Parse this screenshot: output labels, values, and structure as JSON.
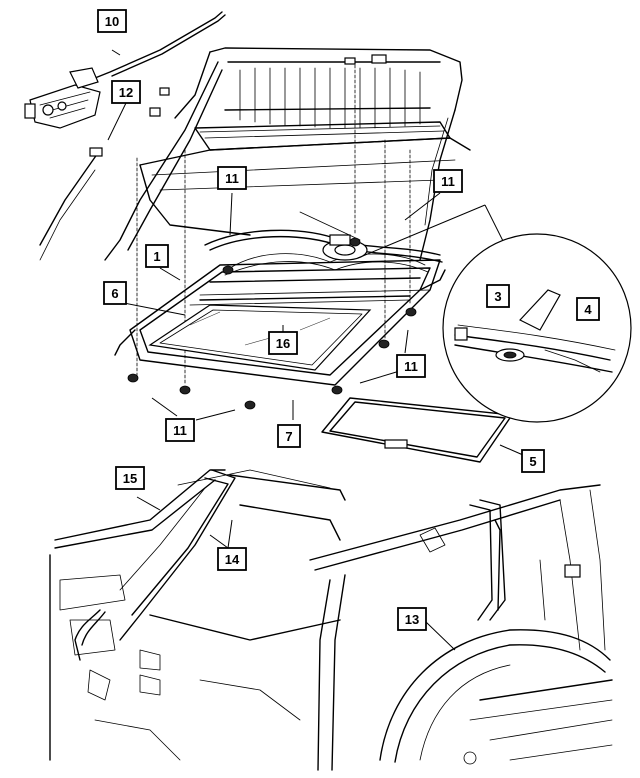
{
  "callouts": [
    {
      "id": "c10",
      "label": "10"
    },
    {
      "id": "c12",
      "label": "12"
    },
    {
      "id": "c11a",
      "label": "11"
    },
    {
      "id": "c11b",
      "label": "11"
    },
    {
      "id": "c1",
      "label": "1"
    },
    {
      "id": "c6",
      "label": "6"
    },
    {
      "id": "c3",
      "label": "3"
    },
    {
      "id": "c4",
      "label": "4"
    },
    {
      "id": "c16",
      "label": "16"
    },
    {
      "id": "c11c",
      "label": "11"
    },
    {
      "id": "c11d",
      "label": "11"
    },
    {
      "id": "c7",
      "label": "7"
    },
    {
      "id": "c5",
      "label": "5"
    },
    {
      "id": "c15",
      "label": "15"
    },
    {
      "id": "c14",
      "label": "14"
    },
    {
      "id": "c13",
      "label": "13"
    }
  ]
}
